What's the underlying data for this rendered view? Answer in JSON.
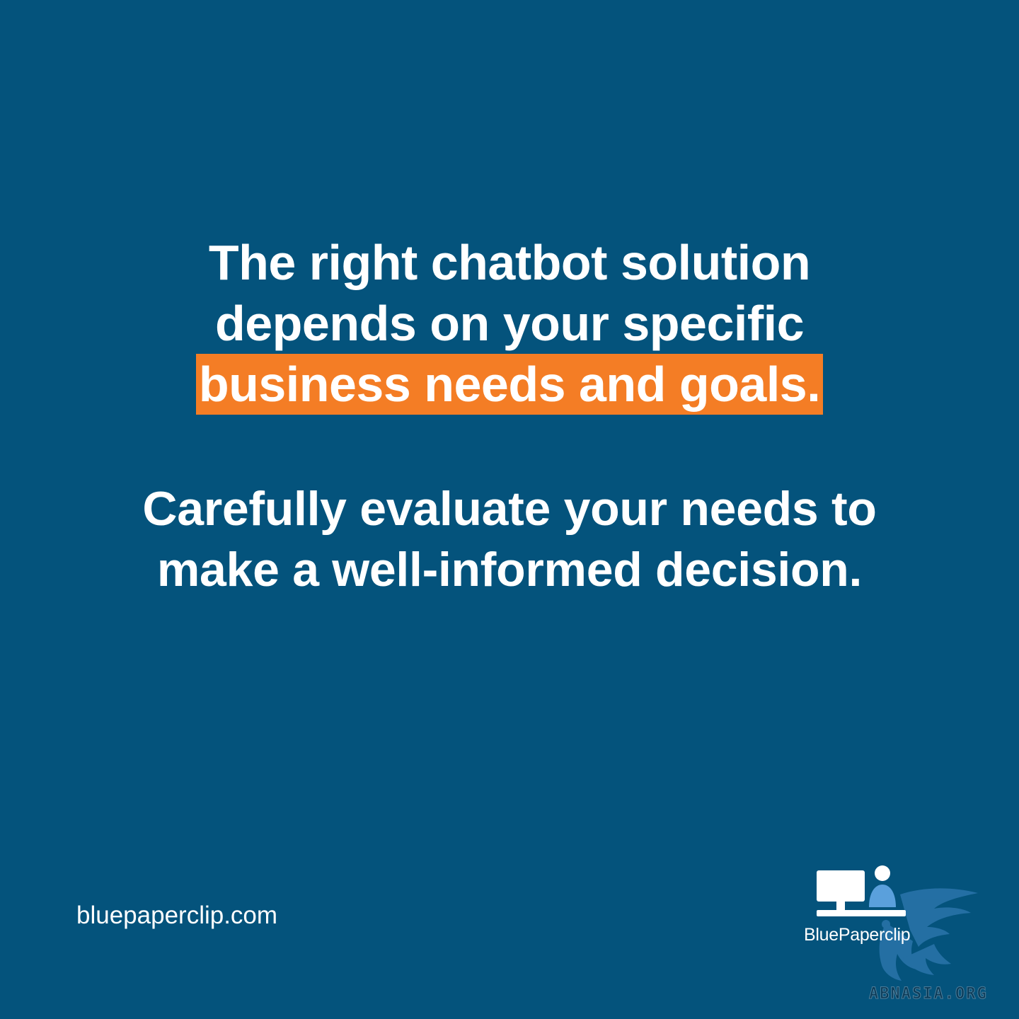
{
  "headline": {
    "line1": "The right chatbot solution",
    "line2": "depends on your specific",
    "highlight": "business needs and goals."
  },
  "subline": {
    "line1": "Carefully evaluate your needs to",
    "line2": "make a well-informed decision."
  },
  "footer": {
    "url": "bluepaperclip.com"
  },
  "brand": {
    "name": "BluePaperclip",
    "icon": "monitor-person-icon"
  },
  "watermark": {
    "text": "ABNASIA.ORG",
    "icon": "griffin-icon"
  },
  "colors": {
    "background": "#04537c",
    "highlight": "#f47d25",
    "text": "#ffffff"
  }
}
